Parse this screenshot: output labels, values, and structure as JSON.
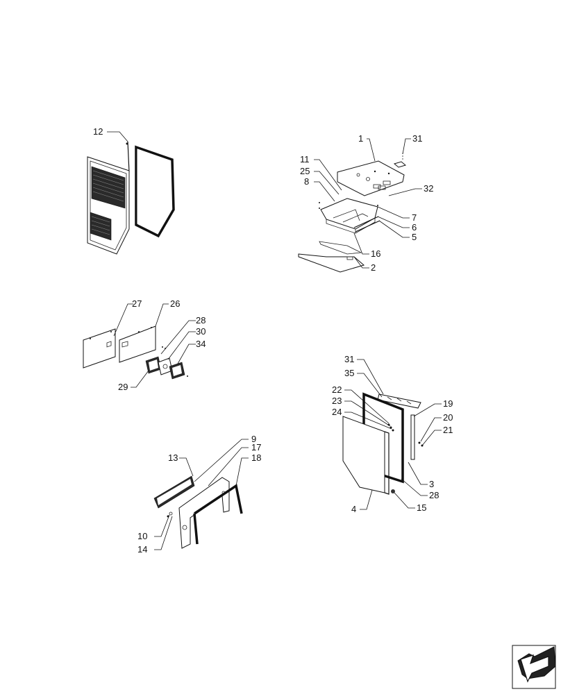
{
  "callouts": {
    "c1": "1",
    "c2": "2",
    "c3": "3",
    "c4": "4",
    "c5": "5",
    "c6": "6",
    "c7": "7",
    "c8": "8",
    "c9": "9",
    "c10": "10",
    "c11": "11",
    "c12": "12",
    "c13": "13",
    "c14": "14",
    "c15": "15",
    "c16": "16",
    "c17": "17",
    "c18": "18",
    "c19": "19",
    "c20": "20",
    "c21": "21",
    "c22": "22",
    "c23": "23",
    "c24": "24",
    "c25": "25",
    "c26": "26",
    "c27": "27",
    "c28a": "28",
    "c28b": "28",
    "c29": "29",
    "c30": "30",
    "c31a": "31",
    "c31b": "31",
    "c32": "32",
    "c34": "34",
    "c35": "35"
  },
  "nav_icon": "next-page-arrow-icon"
}
